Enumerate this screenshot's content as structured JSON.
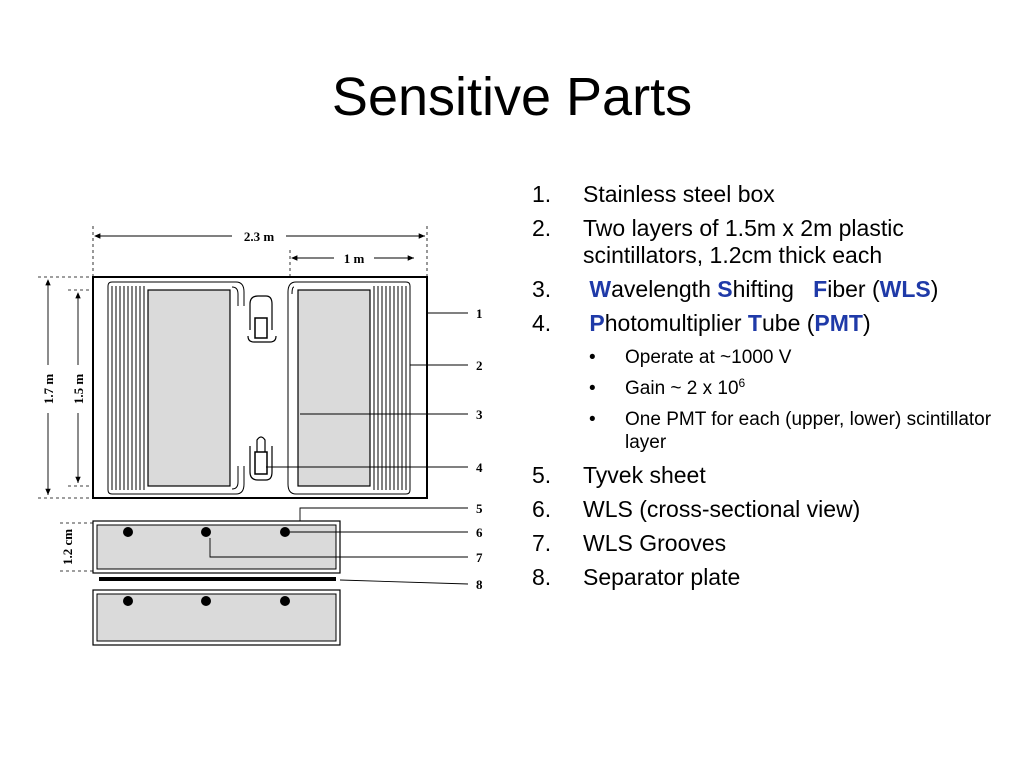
{
  "title": "Sensitive Parts",
  "diagram": {
    "dims": {
      "width_total": "2.3 m",
      "width_half": "1 m",
      "height_outer": "1.7 m",
      "height_inner": "1.5 m",
      "thickness": "1.2 cm"
    },
    "callouts": [
      "1",
      "2",
      "3",
      "4",
      "5",
      "6",
      "7",
      "8"
    ],
    "colors": {
      "scintillator_fill": "#dadada",
      "line": "#000000"
    }
  },
  "list": {
    "items": [
      {
        "num": "1.",
        "text": "Stainless steel box"
      },
      {
        "num": "2.",
        "text": "Two layers of 1.5m x 2m plastic scintillators, 1.2cm thick each"
      },
      {
        "num": "3.",
        "parts": [
          "W",
          "avelength ",
          "S",
          "hifting   ",
          "F",
          "iber (",
          "WLS",
          ")"
        ]
      },
      {
        "num": "4.",
        "parts": [
          "P",
          "hotomultiplier ",
          "T",
          "ube (",
          "PMT",
          ")"
        ],
        "subitems": [
          {
            "bullet": "•",
            "text": "Operate at ~1000 V"
          },
          {
            "bullet": "•",
            "text": "Gain ~ 2 x 10",
            "sup": "6"
          },
          {
            "bullet": "•",
            "text": "One PMT for each (upper, lower) scintillator layer"
          }
        ]
      },
      {
        "num": "5.",
        "text": "Tyvek sheet"
      },
      {
        "num": "6.",
        "text": "WLS (cross-sectional view)"
      },
      {
        "num": "7.",
        "text": "WLS Grooves"
      },
      {
        "num": "8.",
        "text": "Separator plate"
      }
    ],
    "highlight_color": "#1f3aa8"
  }
}
